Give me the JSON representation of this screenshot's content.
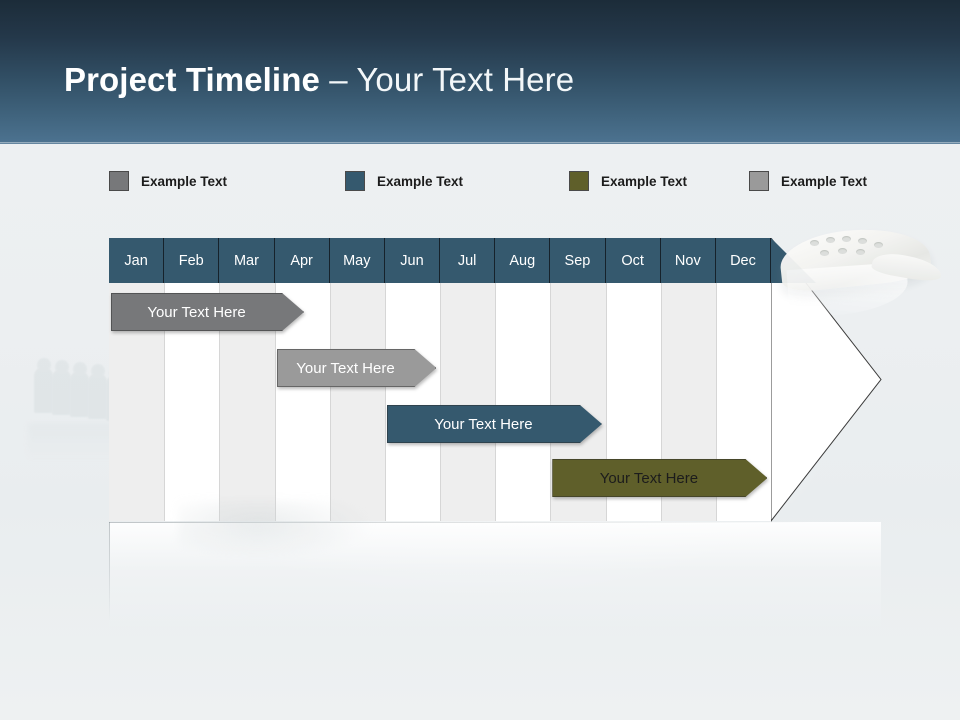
{
  "slide": {
    "background_color": "#eef1f2",
    "decor": [
      "figurines-photo-left",
      "white-shell-photo-right"
    ]
  },
  "header": {
    "title_strong": "Project Timeline",
    "title_light": " – Your Text Here",
    "gradient_top": "#1c2c39",
    "gradient_bottom": "#4d7391"
  },
  "legend": {
    "items": [
      {
        "label": "Example Text",
        "color": "#77787a"
      },
      {
        "label": "Example Text",
        "color": "#35596e"
      },
      {
        "label": "Example Text",
        "color": "#5f5f2a"
      },
      {
        "label": "Example Text",
        "color": "#9a9a9a"
      }
    ]
  },
  "chart_data": {
    "type": "bar",
    "title": "Project Timeline – Your Text Here",
    "xlabel": "",
    "ylabel": "",
    "categories": [
      "Jan",
      "Feb",
      "Mar",
      "Apr",
      "May",
      "Jun",
      "Jul",
      "Aug",
      "Sep",
      "Oct",
      "Nov",
      "Dec"
    ],
    "grid": true,
    "legend_position": "top-left",
    "header_color": "#35596e",
    "stripe_colors": [
      "#eeeeee",
      "#ffffff"
    ],
    "series": [
      {
        "name": "Example Text",
        "label": "Your  Text Here",
        "color": "#77787a",
        "text_color": "#ffffff",
        "start_month": "Jan",
        "end_month": "Apr",
        "start_index": 0,
        "span": 3.5,
        "row": 0
      },
      {
        "name": "Example Text",
        "label": "Your  Text Here",
        "color": "#9a9a9a",
        "text_color": "#ffffff",
        "start_month": "Apr",
        "end_month": "Jun",
        "start_index": 3,
        "span": 2.9,
        "row": 1
      },
      {
        "name": "Example Text",
        "label": "Your  Text Here",
        "color": "#35596e",
        "text_color": "#ffffff",
        "start_month": "Jun",
        "end_month": "Sep",
        "start_index": 5,
        "span": 3.9,
        "row": 2
      },
      {
        "name": "Example Text",
        "label": "Your  Text Here",
        "color": "#5f5f2a",
        "text_color": "#1c1c1c",
        "start_month": "Sep",
        "end_month": "Dec",
        "start_index": 8,
        "span": 3.9,
        "row": 3
      }
    ]
  }
}
